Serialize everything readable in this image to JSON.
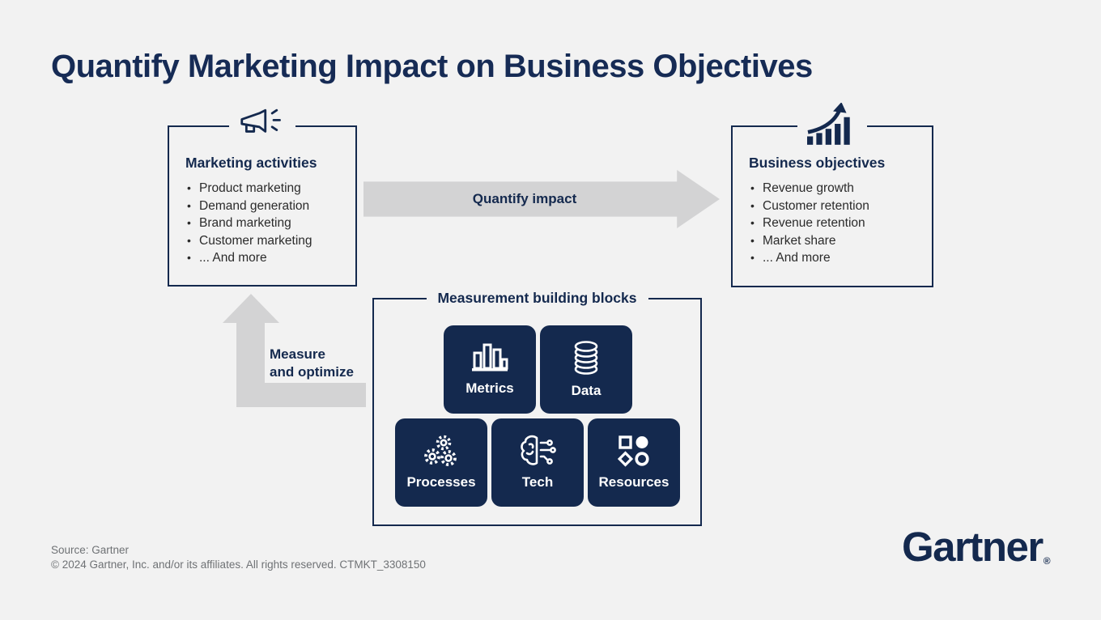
{
  "page": {
    "title": "Quantify Marketing Impact on Business Objectives",
    "background": "#f2f2f2",
    "navy": "#14294e",
    "arrow_gray": "#d3d3d4"
  },
  "marketing_activities": {
    "title": "Marketing activities",
    "icon": "megaphone-icon",
    "items": [
      "Product marketing",
      "Demand generation",
      "Brand marketing",
      "Customer marketing",
      "... And more"
    ]
  },
  "quantify_arrow": {
    "label": "Quantify impact"
  },
  "business_objectives": {
    "title": "Business objectives",
    "icon": "growth-chart-icon",
    "items": [
      "Revenue growth",
      "Customer retention",
      "Revenue retention",
      "Market share",
      "... And more"
    ]
  },
  "measure_arrow": {
    "label": "Measure\nand optimize"
  },
  "building_blocks": {
    "title": "Measurement building blocks",
    "tiles": [
      {
        "label": "Metrics",
        "icon": "bar-chart-icon"
      },
      {
        "label": "Data",
        "icon": "database-icon"
      },
      {
        "label": "Processes",
        "icon": "gears-icon"
      },
      {
        "label": "Tech",
        "icon": "brain-circuit-icon"
      },
      {
        "label": "Resources",
        "icon": "shapes-icon"
      }
    ]
  },
  "footer": {
    "source": "Source: Gartner",
    "copyright": "© 2024 Gartner, Inc. and/or its affiliates. All rights reserved. CTMKT_3308150",
    "logo": "Gartner",
    "logo_registered": "®"
  }
}
